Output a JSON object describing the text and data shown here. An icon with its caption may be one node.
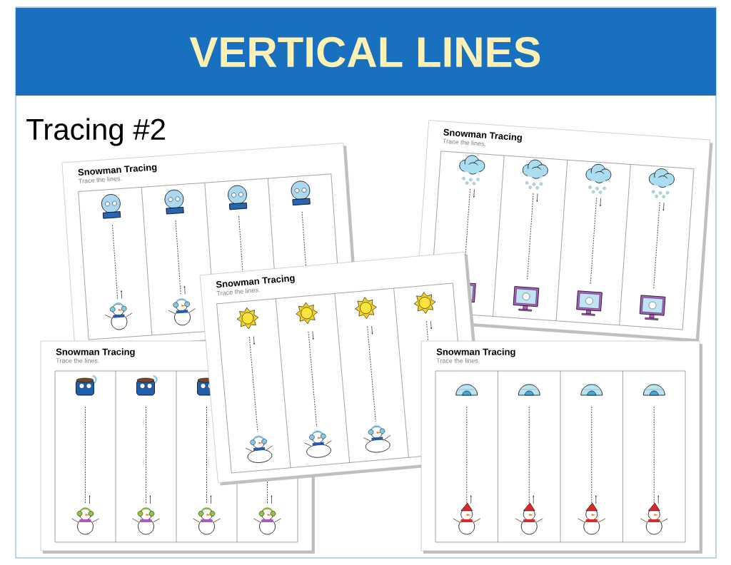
{
  "diagram": {
    "title": "VERTICAL LINES",
    "nodes": [
      {
        "text": [
          "Snowman Tracing",
          "Trace the lines."
        ]
      },
      {
        "text": [
          "Snowman Tracing",
          "Trace the lines."
        ]
      },
      {
        "text": [
          "Snowman Tracing",
          "Trace the lines."
        ]
      },
      {
        "text": [
          "Snowman Tracing",
          "Trace the lines."
        ]
      },
      {
        "text": [
          "Snowman Tracing",
          "Trace the lines."
        ]
      }
    ],
    "labels": [
      "Tracing #2"
    ]
  }
}
